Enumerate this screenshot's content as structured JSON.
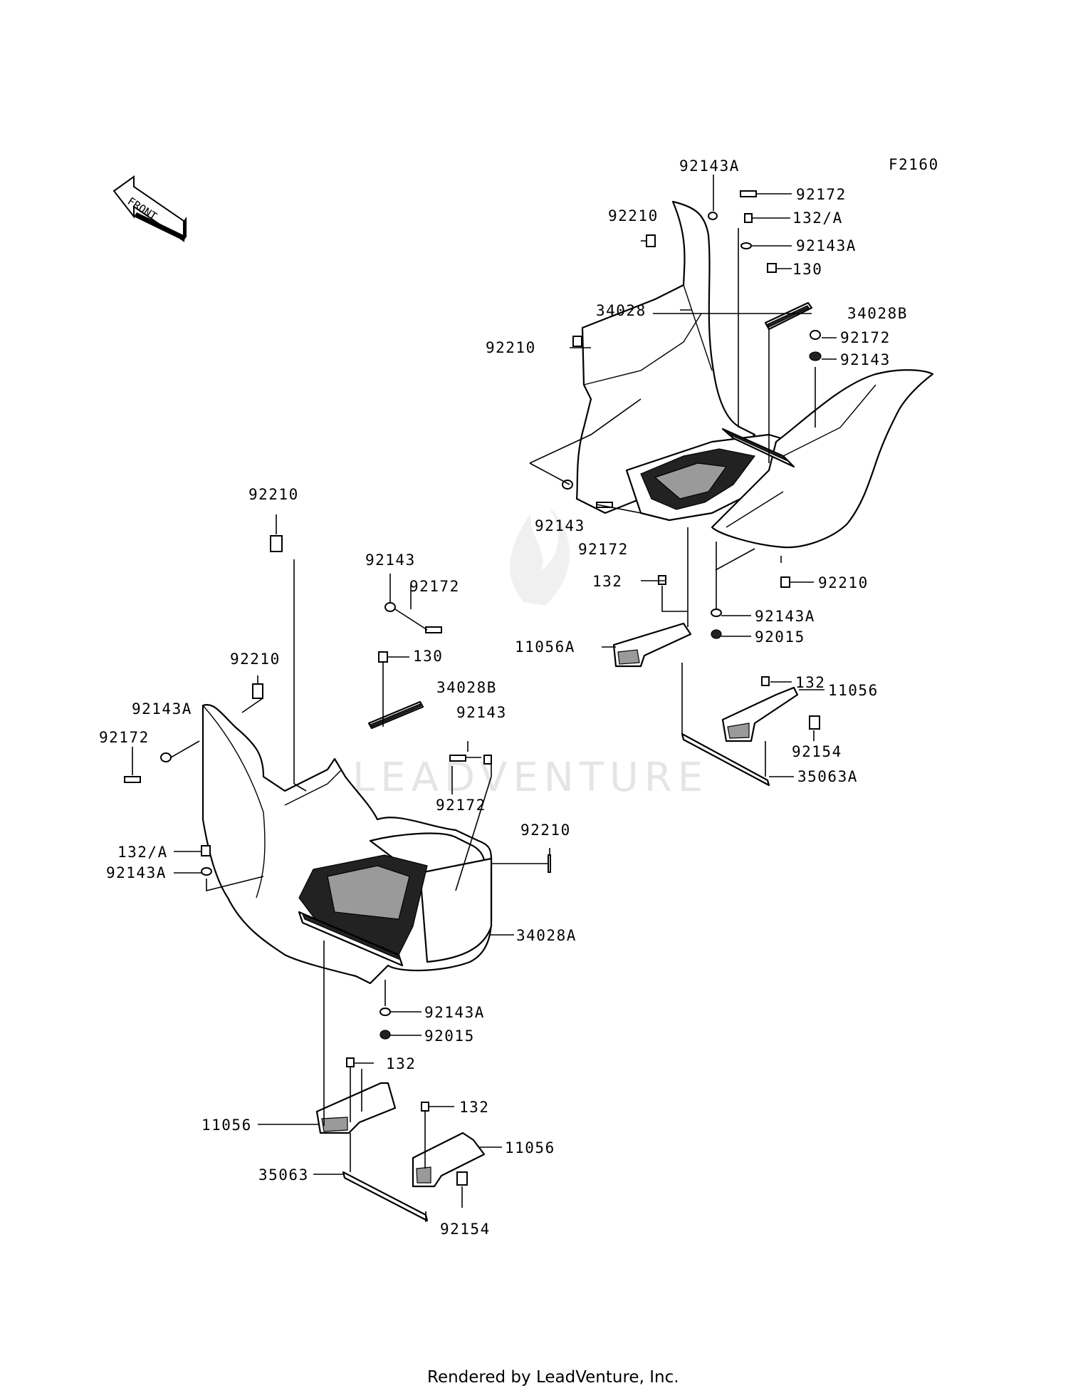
{
  "figure_code": "F2160",
  "front_arrow_label": "FRONT",
  "watermark": "LEADVENTURE",
  "footer": "Rendered by LeadVenture, Inc.",
  "callouts": {
    "r_92143A_top": "92143A",
    "r_92172_top": "92172",
    "r_92210_top": "92210",
    "r_132A": "132/A",
    "r_92143A_2": "92143A",
    "r_130": "130",
    "r_34028": "34028",
    "r_34028B": "34028B",
    "r_92172_mid": "92172",
    "r_92210_mid": "92210",
    "r_92143_mid": "92143",
    "r_92143_low": "92143",
    "r_92172_low": "92172",
    "r_132": "132",
    "r_92210_low": "92210",
    "r_92143A_low": "92143A",
    "r_11056A": "11056A",
    "r_92015": "92015",
    "r_132_b": "132",
    "r_11056": "11056",
    "r_92154": "92154",
    "r_35063A": "35063A",
    "l_92210_top": "92210",
    "l_92143": "92143",
    "l_92172": "92172",
    "l_130": "130",
    "l_92210_mid": "92210",
    "l_34028B": "34028B",
    "l_92143A": "92143A",
    "l_92143_b": "92143",
    "l_92172_left": "92172",
    "l_92172_b": "92172",
    "l_92210_right": "92210",
    "l_132A": "132/A",
    "l_92143A_b": "92143A",
    "l_34028A": "34028A",
    "l_92143A_c": "92143A",
    "l_92015": "92015",
    "l_132_a": "132",
    "l_132_b": "132",
    "l_11056_a": "11056",
    "l_11056_b": "11056",
    "l_35063": "35063",
    "l_92154": "92154"
  }
}
